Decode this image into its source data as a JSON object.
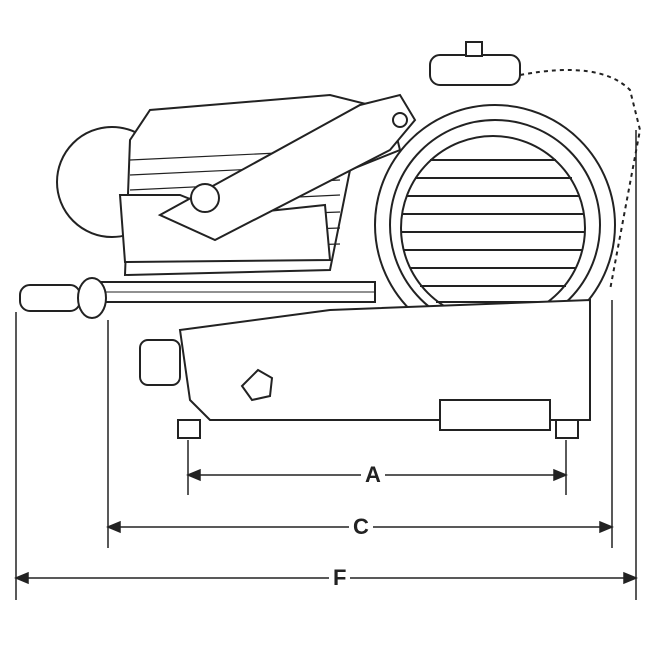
{
  "diagram": {
    "subject": "slicer-side-view",
    "dimensions": [
      {
        "key": "A",
        "label": "A"
      },
      {
        "key": "C",
        "label": "C"
      },
      {
        "key": "F",
        "label": "F"
      }
    ],
    "line_color": "#222222",
    "background": "#ffffff"
  }
}
